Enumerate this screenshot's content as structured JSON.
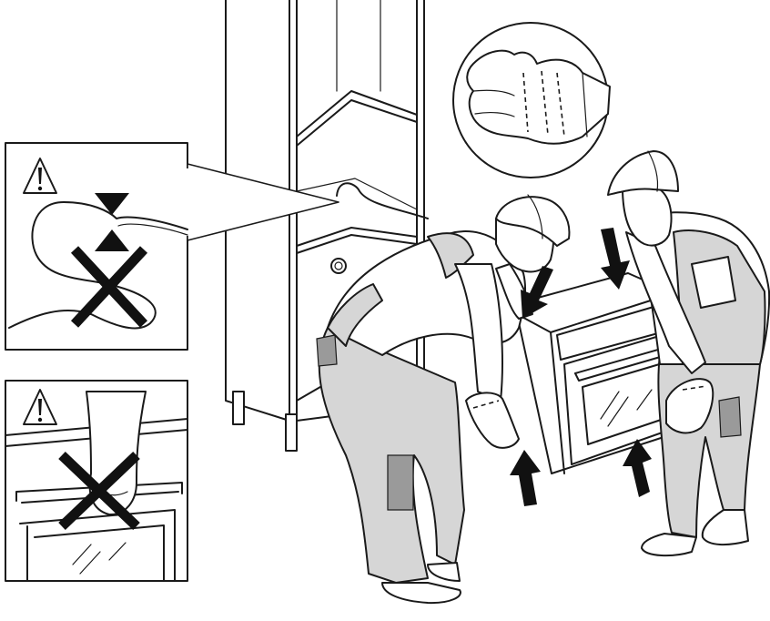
{
  "illustration": {
    "panels": [
      {
        "id": "cable-warning",
        "warning_symbol": "warning-triangle-icon",
        "forbidden_symbol": "cross-out-icon"
      },
      {
        "id": "handle-warning",
        "warning_symbol": "warning-triangle-icon",
        "forbidden_symbol": "cross-out-icon"
      }
    ],
    "inset": {
      "icon": "protective-gloves-icon"
    },
    "arrows": {
      "icon": "arrow-icon",
      "count": 6
    },
    "colors": {
      "line": "#1a1a1a",
      "clothing": "#d6d6d6",
      "patch": "#9a9a9a",
      "background": "#ffffff"
    }
  }
}
